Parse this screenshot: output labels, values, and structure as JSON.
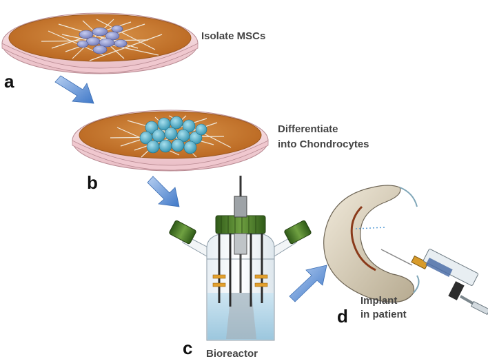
{
  "steps": {
    "a": {
      "letter": "a",
      "caption": "Isolate MSCs"
    },
    "b": {
      "letter": "b",
      "caption_line1": "Differentiate",
      "caption_line2": "into Chondrocytes"
    },
    "c": {
      "letter": "c",
      "caption": "Bioreactor"
    },
    "d": {
      "letter": "d",
      "caption_line1": "Implant",
      "caption_line2": "in patient"
    }
  },
  "colors": {
    "dish_rim": "#f4d7dc",
    "dish_inner": "#c97a2c",
    "cells_msc": "#8e97cf",
    "cells_chondro": "#4faec8",
    "arrow": "#5b8ed6",
    "cap_green": "#4f7d2d",
    "clamp_orange": "#e3a02c",
    "liquid": "#b7d9ea"
  },
  "icons": {
    "arrows": "blue-arrow-icon",
    "syringe": "syringe-icon",
    "meniscus": "meniscus-icon"
  }
}
